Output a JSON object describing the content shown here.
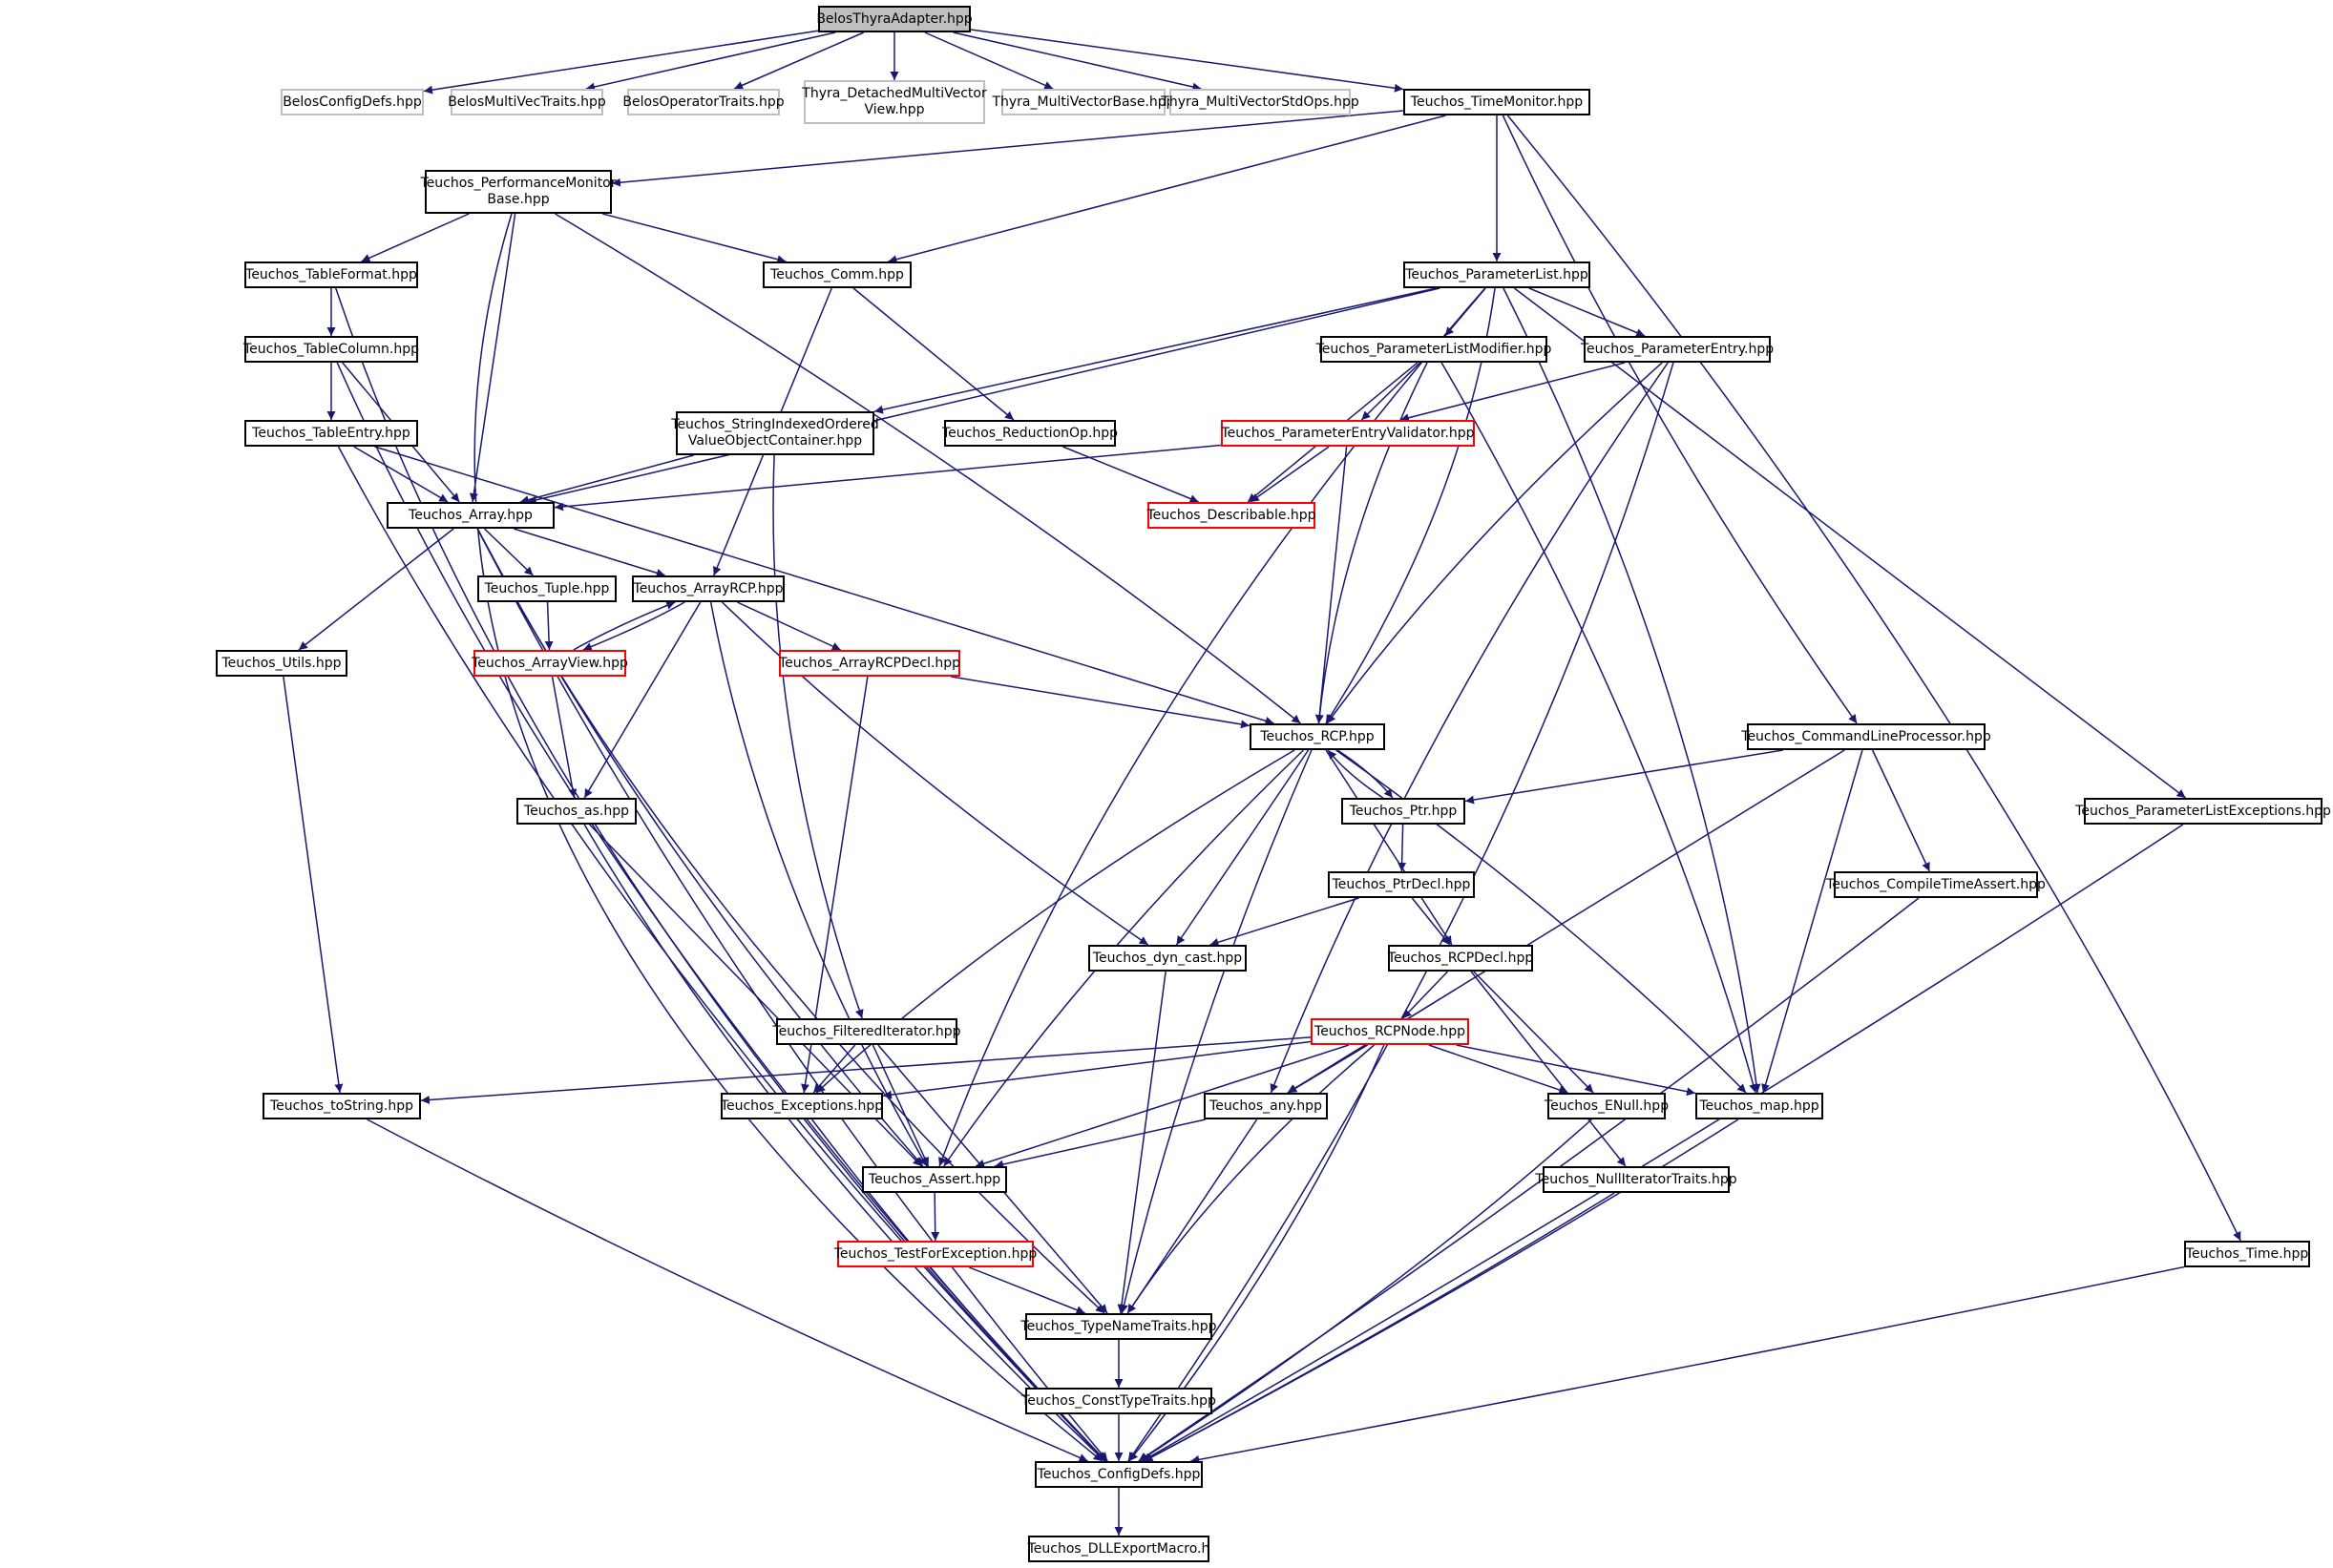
{
  "graph": {
    "colors": {
      "edge": "#191970",
      "node_border": "#000000",
      "external_border": "#bfbfbf",
      "incomplete_border": "#ff0000",
      "root_fill": "#bfbfbf"
    },
    "nodes": [
      {
        "id": "n0",
        "label": "BelosThyraAdapter.hpp",
        "style": "root"
      },
      {
        "id": "n1",
        "label": "BelosConfigDefs.hpp",
        "style": "gray"
      },
      {
        "id": "n2",
        "label": "BelosMultiVecTraits.hpp",
        "style": "gray"
      },
      {
        "id": "n3",
        "label": "BelosOperatorTraits.hpp",
        "style": "gray"
      },
      {
        "id": "n4",
        "label": "Thyra_DetachedMultiVector\nView.hpp",
        "style": "gray"
      },
      {
        "id": "n5",
        "label": "Thyra_MultiVectorBase.hpp",
        "style": "gray"
      },
      {
        "id": "n6",
        "label": "Thyra_MultiVectorStdOps.hpp",
        "style": "gray"
      },
      {
        "id": "n7",
        "label": "Teuchos_TimeMonitor.hpp",
        "style": "normal"
      },
      {
        "id": "n8",
        "label": "Teuchos_PerformanceMonitor\nBase.hpp",
        "style": "normal"
      },
      {
        "id": "n9",
        "label": "Teuchos_TableFormat.hpp",
        "style": "normal"
      },
      {
        "id": "n10",
        "label": "Teuchos_Comm.hpp",
        "style": "normal"
      },
      {
        "id": "n11",
        "label": "Teuchos_ParameterList.hpp",
        "style": "normal"
      },
      {
        "id": "n12",
        "label": "Teuchos_TableColumn.hpp",
        "style": "normal"
      },
      {
        "id": "n13",
        "label": "Teuchos_ParameterListModifier.hpp",
        "style": "normal"
      },
      {
        "id": "n14",
        "label": "Teuchos_ParameterEntry.hpp",
        "style": "normal"
      },
      {
        "id": "n15",
        "label": "Teuchos_TableEntry.hpp",
        "style": "normal"
      },
      {
        "id": "n16",
        "label": "Teuchos_StringIndexedOrdered\nValueObjectContainer.hpp",
        "style": "normal"
      },
      {
        "id": "n17",
        "label": "Teuchos_ReductionOp.hpp",
        "style": "normal"
      },
      {
        "id": "n18",
        "label": "Teuchos_ParameterEntryValidator.hpp",
        "style": "red"
      },
      {
        "id": "n19",
        "label": "Teuchos_Array.hpp",
        "style": "normal"
      },
      {
        "id": "n20",
        "label": "Teuchos_Describable.hpp",
        "style": "red"
      },
      {
        "id": "n21",
        "label": "Teuchos_Tuple.hpp",
        "style": "normal"
      },
      {
        "id": "n22",
        "label": "Teuchos_ArrayRCP.hpp",
        "style": "normal"
      },
      {
        "id": "n23",
        "label": "Teuchos_Utils.hpp",
        "style": "normal"
      },
      {
        "id": "n24",
        "label": "Teuchos_ArrayView.hpp",
        "style": "red"
      },
      {
        "id": "n25",
        "label": "Teuchos_ArrayRCPDecl.hpp",
        "style": "red"
      },
      {
        "id": "n26",
        "label": "Teuchos_RCP.hpp",
        "style": "normal"
      },
      {
        "id": "n27",
        "label": "Teuchos_CommandLineProcessor.hpp",
        "style": "normal"
      },
      {
        "id": "n28",
        "label": "Teuchos_as.hpp",
        "style": "normal"
      },
      {
        "id": "n29",
        "label": "Teuchos_Ptr.hpp",
        "style": "normal"
      },
      {
        "id": "n30",
        "label": "Teuchos_ParameterListExceptions.hpp",
        "style": "normal"
      },
      {
        "id": "n31",
        "label": "Teuchos_PtrDecl.hpp",
        "style": "normal"
      },
      {
        "id": "n32",
        "label": "Teuchos_CompileTimeAssert.hpp",
        "style": "normal"
      },
      {
        "id": "n33",
        "label": "Teuchos_dyn_cast.hpp",
        "style": "normal"
      },
      {
        "id": "n34",
        "label": "Teuchos_RCPDecl.hpp",
        "style": "normal"
      },
      {
        "id": "n35",
        "label": "Teuchos_FilteredIterator.hpp",
        "style": "normal"
      },
      {
        "id": "n36",
        "label": "Teuchos_RCPNode.hpp",
        "style": "red"
      },
      {
        "id": "n37",
        "label": "Teuchos_toString.hpp",
        "style": "normal"
      },
      {
        "id": "n38",
        "label": "Teuchos_Exceptions.hpp",
        "style": "normal"
      },
      {
        "id": "n39",
        "label": "Teuchos_any.hpp",
        "style": "normal"
      },
      {
        "id": "n40",
        "label": "Teuchos_ENull.hpp",
        "style": "normal"
      },
      {
        "id": "n41",
        "label": "Teuchos_map.hpp",
        "style": "normal"
      },
      {
        "id": "n42",
        "label": "Teuchos_Assert.hpp",
        "style": "normal"
      },
      {
        "id": "n43",
        "label": "Teuchos_NullIteratorTraits.hpp",
        "style": "normal"
      },
      {
        "id": "n44",
        "label": "Teuchos_TestForException.hpp",
        "style": "red"
      },
      {
        "id": "n45",
        "label": "Teuchos_Time.hpp",
        "style": "normal"
      },
      {
        "id": "n46",
        "label": "Teuchos_TypeNameTraits.hpp",
        "style": "normal"
      },
      {
        "id": "n47",
        "label": "Teuchos_ConstTypeTraits.hpp",
        "style": "normal"
      },
      {
        "id": "n48",
        "label": "Teuchos_ConfigDefs.hpp",
        "style": "normal"
      },
      {
        "id": "n49",
        "label": "Teuchos_DLLExportMacro.h",
        "style": "normal"
      }
    ],
    "edges": [
      [
        "n0",
        "n1"
      ],
      [
        "n0",
        "n2"
      ],
      [
        "n0",
        "n3"
      ],
      [
        "n0",
        "n4"
      ],
      [
        "n0",
        "n5"
      ],
      [
        "n0",
        "n6"
      ],
      [
        "n0",
        "n7"
      ],
      [
        "n7",
        "n8"
      ],
      [
        "n7",
        "n10"
      ],
      [
        "n7",
        "n11"
      ],
      [
        "n7",
        "n27"
      ],
      [
        "n7",
        "n45"
      ],
      [
        "n8",
        "n9"
      ],
      [
        "n8",
        "n10"
      ],
      [
        "n8",
        "n19"
      ],
      [
        "n8",
        "n26"
      ],
      [
        "n8",
        "n48"
      ],
      [
        "n9",
        "n12"
      ],
      [
        "n9",
        "n48"
      ],
      [
        "n12",
        "n15"
      ],
      [
        "n12",
        "n19"
      ],
      [
        "n12",
        "n48"
      ],
      [
        "n15",
        "n19"
      ],
      [
        "n15",
        "n26"
      ],
      [
        "n15",
        "n48"
      ],
      [
        "n10",
        "n17"
      ],
      [
        "n10",
        "n22"
      ],
      [
        "n17",
        "n20"
      ],
      [
        "n11",
        "n13"
      ],
      [
        "n11",
        "n14"
      ],
      [
        "n11",
        "n16"
      ],
      [
        "n11",
        "n19"
      ],
      [
        "n11",
        "n26"
      ],
      [
        "n11",
        "n30"
      ],
      [
        "n11",
        "n41"
      ],
      [
        "n11",
        "n42"
      ],
      [
        "n13",
        "n18"
      ],
      [
        "n13",
        "n20"
      ],
      [
        "n13",
        "n26"
      ],
      [
        "n13",
        "n41"
      ],
      [
        "n14",
        "n18"
      ],
      [
        "n14",
        "n26"
      ],
      [
        "n14",
        "n39"
      ],
      [
        "n14",
        "n48"
      ],
      [
        "n18",
        "n19"
      ],
      [
        "n18",
        "n20"
      ],
      [
        "n18",
        "n26"
      ],
      [
        "n16",
        "n19"
      ],
      [
        "n16",
        "n35"
      ],
      [
        "n19",
        "n21"
      ],
      [
        "n19",
        "n22"
      ],
      [
        "n19",
        "n23"
      ],
      [
        "n19",
        "n42"
      ],
      [
        "n19",
        "n46"
      ],
      [
        "n19",
        "n48"
      ],
      [
        "n21",
        "n24"
      ],
      [
        "n22",
        "n24"
      ],
      [
        "n22",
        "n25"
      ],
      [
        "n22",
        "n28"
      ],
      [
        "n22",
        "n33"
      ],
      [
        "n22",
        "n42"
      ],
      [
        "n24",
        "n22"
      ],
      [
        "n24",
        "n28"
      ],
      [
        "n25",
        "n26"
      ],
      [
        "n25",
        "n38"
      ],
      [
        "n23",
        "n37"
      ],
      [
        "n26",
        "n29"
      ],
      [
        "n26",
        "n33"
      ],
      [
        "n26",
        "n34"
      ],
      [
        "n26",
        "n38"
      ],
      [
        "n26",
        "n41"
      ],
      [
        "n26",
        "n42"
      ],
      [
        "n26",
        "n46"
      ],
      [
        "n29",
        "n26"
      ],
      [
        "n29",
        "n31"
      ],
      [
        "n31",
        "n33"
      ],
      [
        "n31",
        "n34"
      ],
      [
        "n27",
        "n29"
      ],
      [
        "n27",
        "n32"
      ],
      [
        "n27",
        "n39"
      ],
      [
        "n27",
        "n41"
      ],
      [
        "n28",
        "n42"
      ],
      [
        "n28",
        "n48"
      ],
      [
        "n30",
        "n48"
      ],
      [
        "n32",
        "n48"
      ],
      [
        "n33",
        "n46"
      ],
      [
        "n34",
        "n36"
      ],
      [
        "n34",
        "n40"
      ],
      [
        "n34",
        "n43"
      ],
      [
        "n35",
        "n38"
      ],
      [
        "n35",
        "n42"
      ],
      [
        "n35",
        "n46"
      ],
      [
        "n36",
        "n37"
      ],
      [
        "n36",
        "n38"
      ],
      [
        "n36",
        "n39"
      ],
      [
        "n36",
        "n40"
      ],
      [
        "n36",
        "n41"
      ],
      [
        "n36",
        "n42"
      ],
      [
        "n36",
        "n46"
      ],
      [
        "n36",
        "n48"
      ],
      [
        "n37",
        "n48"
      ],
      [
        "n38",
        "n48"
      ],
      [
        "n39",
        "n42"
      ],
      [
        "n39",
        "n46"
      ],
      [
        "n40",
        "n48"
      ],
      [
        "n41",
        "n48"
      ],
      [
        "n42",
        "n44"
      ],
      [
        "n43",
        "n48"
      ],
      [
        "n44",
        "n46"
      ],
      [
        "n45",
        "n48"
      ],
      [
        "n46",
        "n47"
      ],
      [
        "n47",
        "n48"
      ],
      [
        "n48",
        "n49"
      ]
    ]
  }
}
